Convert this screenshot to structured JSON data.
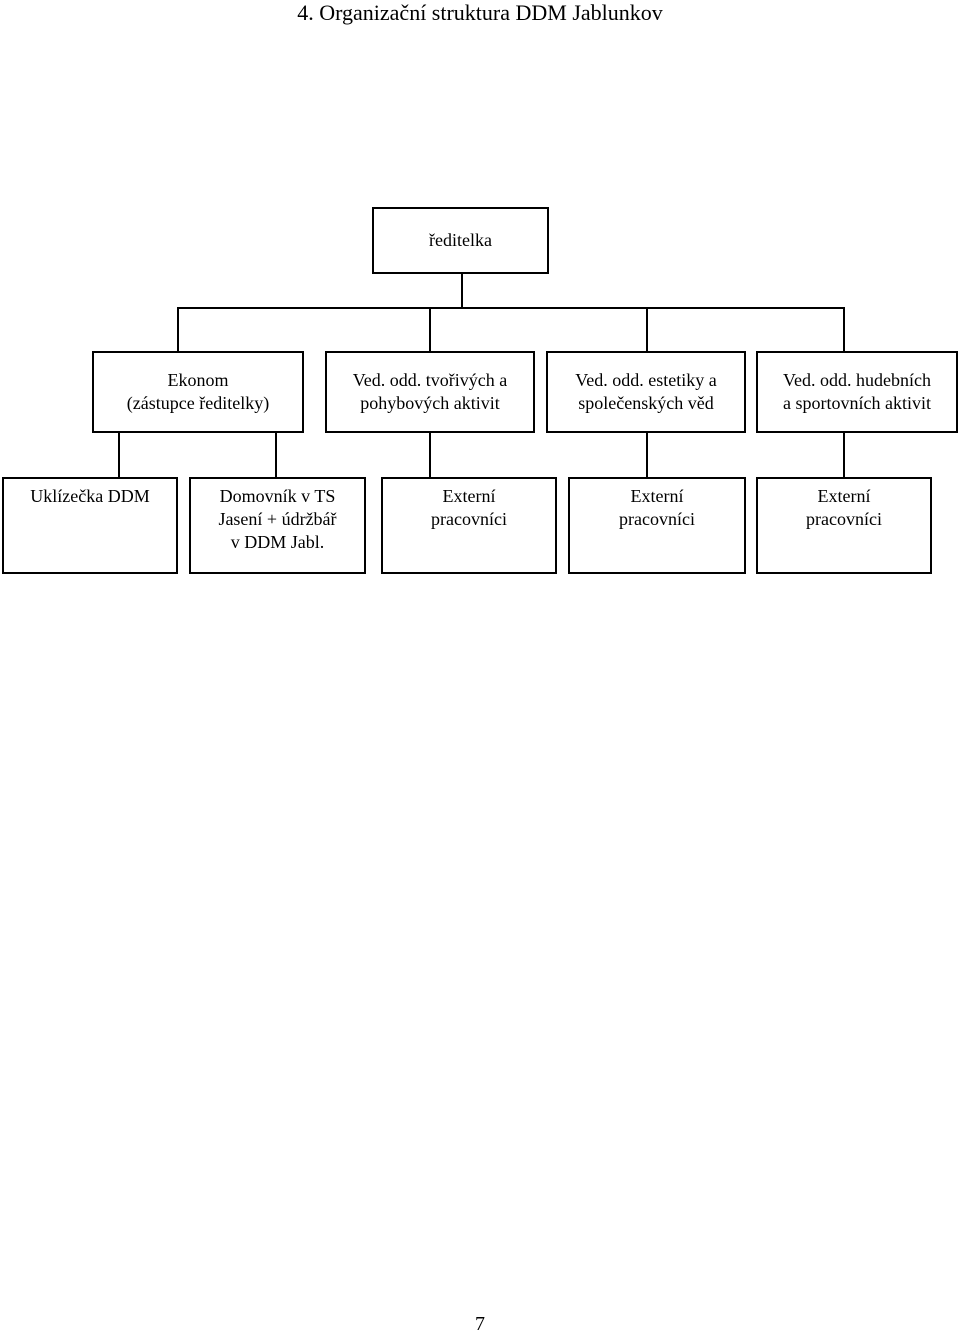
{
  "heading": "4. Organizační struktura DDM Jablunkov",
  "org_chart": {
    "root": {
      "lines": [
        "ředitelka"
      ]
    },
    "level2": [
      {
        "lines": [
          "Ekonom",
          "(zástupce ředitelky)"
        ]
      },
      {
        "lines": [
          "Ved. odd. tvořivých a",
          "pohybových aktivit"
        ]
      },
      {
        "lines": [
          "Ved. odd. estetiky a",
          "společenských věd"
        ]
      },
      {
        "lines": [
          "Ved. odd. hudebních",
          "a sportovních aktivit"
        ]
      }
    ],
    "level3": [
      {
        "lines": [
          "Uklízečka DDM"
        ]
      },
      {
        "lines": [
          "Domovník v TS",
          "Jasení + údržbář",
          "v DDM Jabl."
        ]
      },
      {
        "lines": [
          "Externí",
          "pracovníci"
        ]
      },
      {
        "lines": [
          "Externí",
          "pracovníci"
        ]
      },
      {
        "lines": [
          "Externí",
          "pracovníci"
        ]
      }
    ]
  },
  "page_number": "7"
}
